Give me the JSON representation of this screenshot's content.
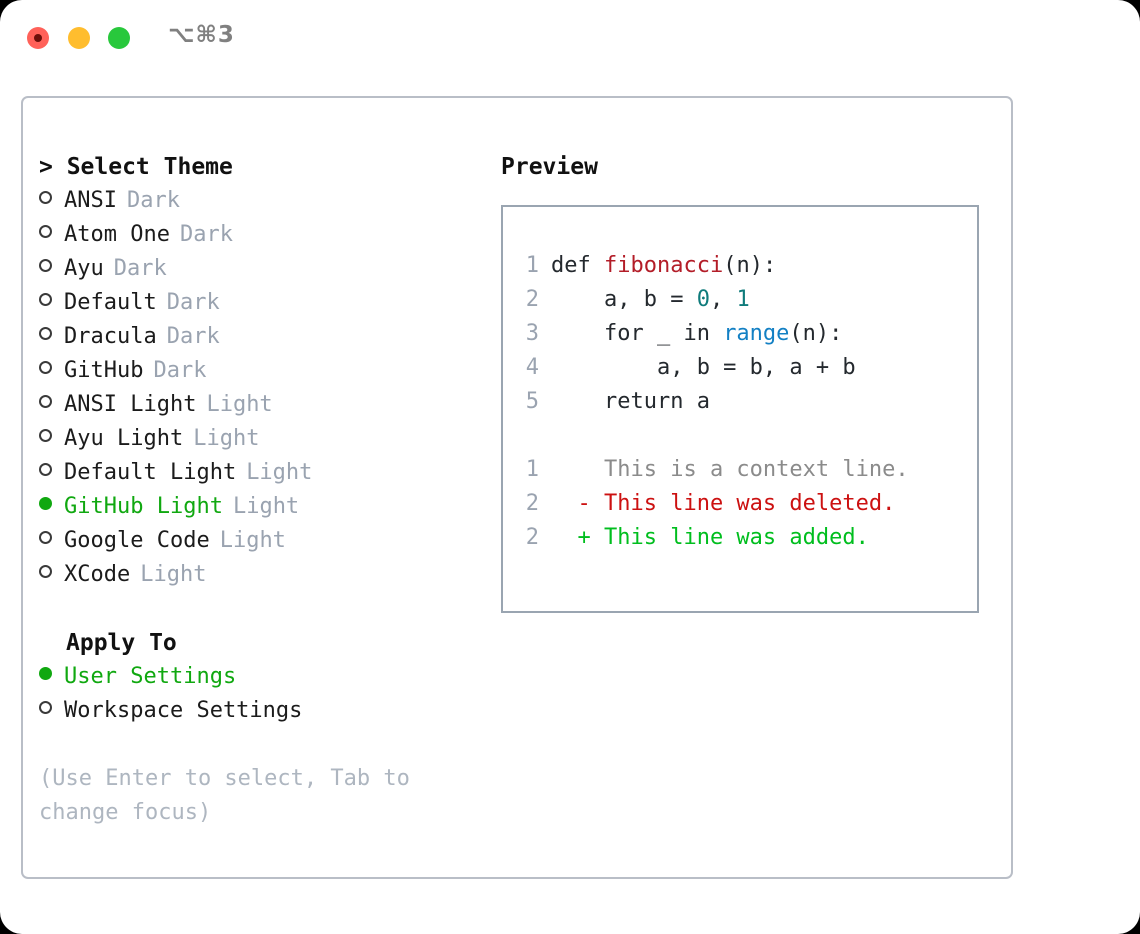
{
  "window": {
    "shortcut": "⌥⌘3",
    "traffic_lights": [
      {
        "name": "close",
        "color": "#ff6159"
      },
      {
        "name": "minimize",
        "color": "#ffbd2e"
      },
      {
        "name": "zoom",
        "color": "#28c83c"
      }
    ]
  },
  "theme_picker": {
    "heading": "> Select Theme",
    "items": [
      {
        "label": "ANSI",
        "tag": "Dark",
        "selected": false
      },
      {
        "label": "Atom One",
        "tag": "Dark",
        "selected": false
      },
      {
        "label": "Ayu",
        "tag": "Dark",
        "selected": false
      },
      {
        "label": "Default",
        "tag": "Dark",
        "selected": false
      },
      {
        "label": "Dracula",
        "tag": "Dark",
        "selected": false
      },
      {
        "label": "GitHub",
        "tag": "Dark",
        "selected": false
      },
      {
        "label": "ANSI Light",
        "tag": "Light",
        "selected": false
      },
      {
        "label": "Ayu Light",
        "tag": "Light",
        "selected": false
      },
      {
        "label": "Default Light",
        "tag": "Light",
        "selected": false
      },
      {
        "label": "GitHub Light",
        "tag": "Light",
        "selected": true
      },
      {
        "label": "Google Code",
        "tag": "Light",
        "selected": false
      },
      {
        "label": "XCode",
        "tag": "Light",
        "selected": false
      }
    ]
  },
  "apply_to": {
    "heading": "Apply To",
    "items": [
      {
        "label": "User Settings",
        "selected": true
      },
      {
        "label": "Workspace Settings",
        "selected": false
      }
    ]
  },
  "hint": "(Use Enter to select, Tab to change focus)",
  "preview": {
    "heading": "Preview",
    "code_lines": [
      {
        "num": "1",
        "tokens": [
          {
            "t": "def ",
            "c": "plain"
          },
          {
            "t": "fibonacci",
            "c": "fn"
          },
          {
            "t": "(n):",
            "c": "plain"
          }
        ]
      },
      {
        "num": "2",
        "tokens": [
          {
            "t": "    a, b = ",
            "c": "plain"
          },
          {
            "t": "0",
            "c": "num"
          },
          {
            "t": ", ",
            "c": "plain"
          },
          {
            "t": "1",
            "c": "num"
          }
        ]
      },
      {
        "num": "3",
        "tokens": [
          {
            "t": "    for _ in ",
            "c": "plain"
          },
          {
            "t": "range",
            "c": "kw"
          },
          {
            "t": "(n):",
            "c": "plain"
          }
        ]
      },
      {
        "num": "4",
        "tokens": [
          {
            "t": "        a, b = b, a + b",
            "c": "plain"
          }
        ]
      },
      {
        "num": "5",
        "tokens": [
          {
            "t": "    return a",
            "c": "plain"
          }
        ]
      }
    ],
    "diff_lines": [
      {
        "num": "1",
        "marker": "  ",
        "text": "This is a context line.",
        "kind": "ctx"
      },
      {
        "num": "2",
        "marker": "- ",
        "text": "This line was deleted.",
        "kind": "del"
      },
      {
        "num": "2",
        "marker": "+ ",
        "text": "This line was added.",
        "kind": "add"
      }
    ]
  },
  "colors": {
    "accent_green": "#10a810",
    "tag_gray": "#9aa3b0",
    "hint_gray": "#aeb6c0",
    "code_fn_red": "#b31d28",
    "code_num_teal": "#0f7b7b",
    "code_kw_blue": "#1380c4",
    "diff_delete_red": "#cc1111",
    "diff_add_green": "#00be1e",
    "panel_border": "#b9bec7",
    "preview_border": "#9aa5b1"
  }
}
